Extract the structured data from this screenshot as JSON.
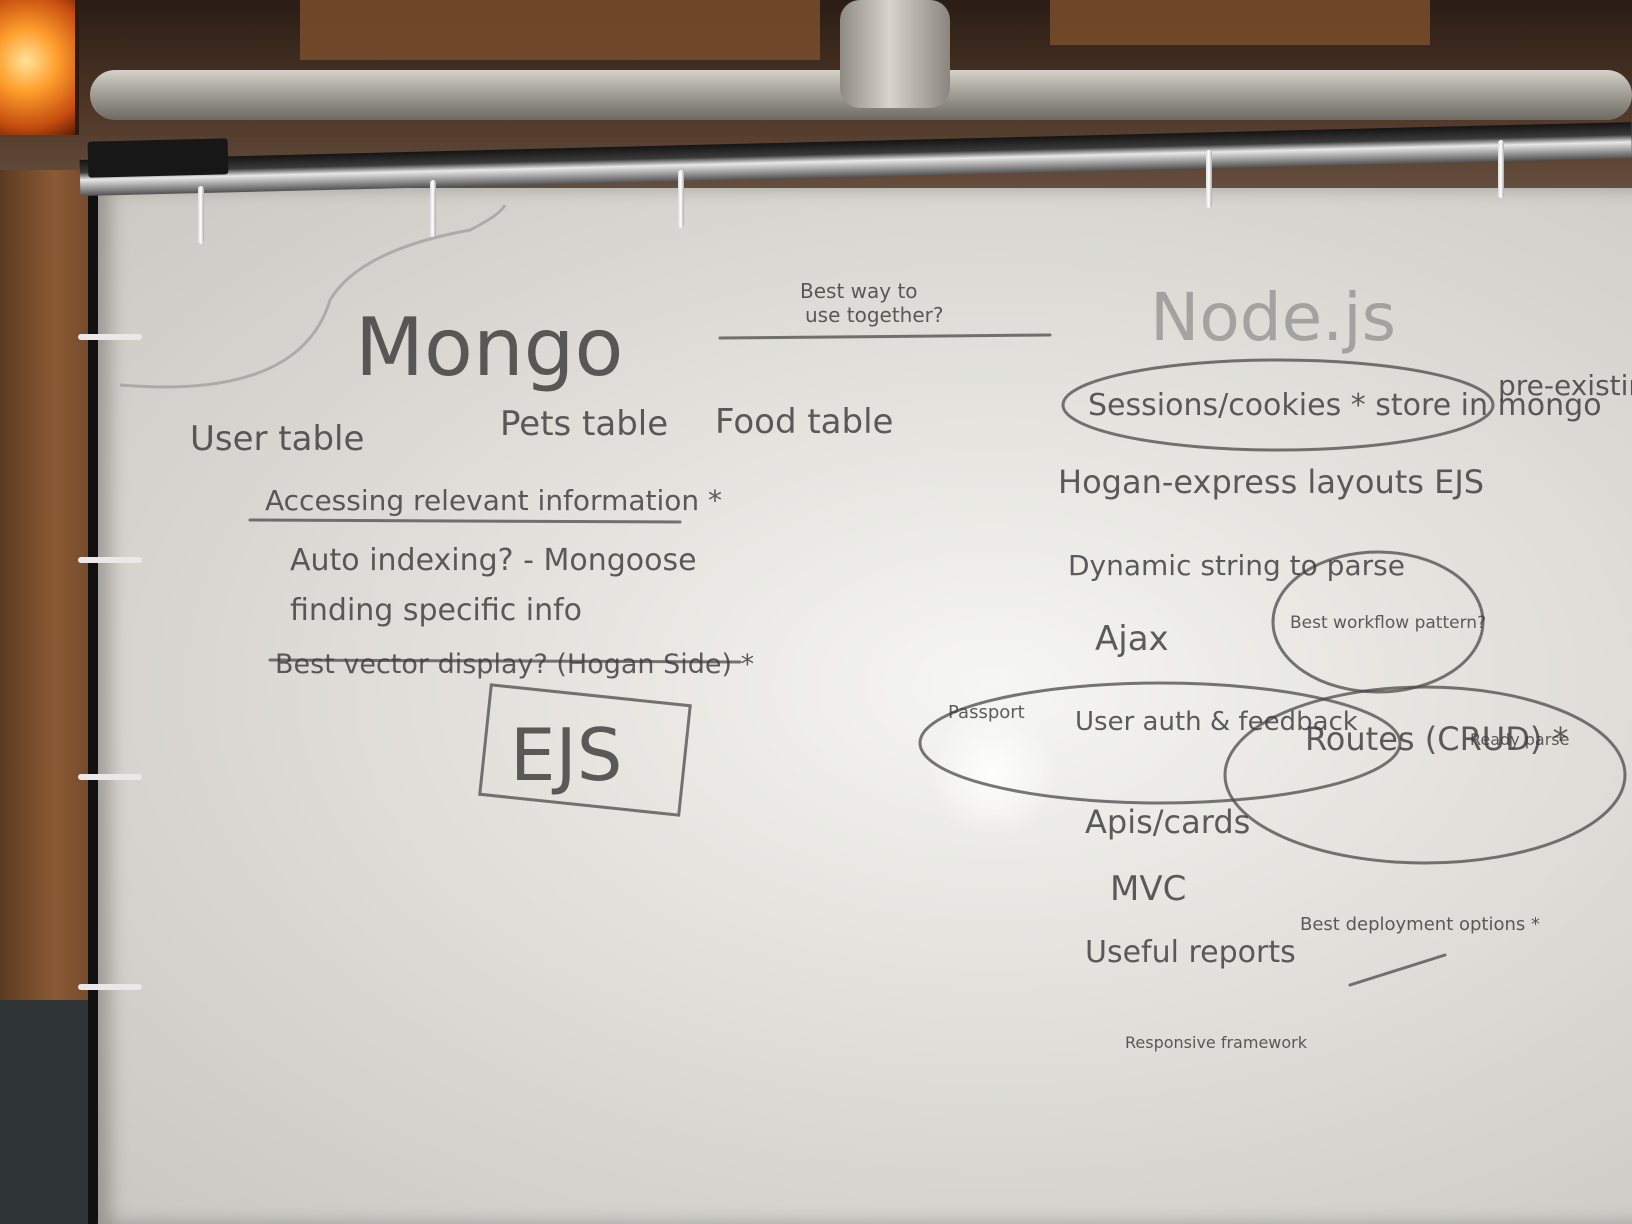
{
  "whiteboard": {
    "left": {
      "heading": "Mongo",
      "tables": [
        "User table",
        "Pets table",
        "Food table"
      ],
      "items": [
        "Accessing relevant information *",
        "Auto indexing? - Mongoose",
        "finding specific info",
        "Best vector display? (Hogan Side) *"
      ],
      "boxed": "EJS"
    },
    "center": {
      "note_line1": "Best way to",
      "note_line2": "use together?"
    },
    "right": {
      "heading": "Node.js",
      "sessions": "Sessions/cookies * store in mongo",
      "hogan": "Hogan-express layouts EJS",
      "dynamic": "Dynamic string to parse",
      "best_workflow": "Best workflow pattern?",
      "ajax": "Ajax",
      "user_auth": "User auth & feedback",
      "user_auth_tag": "Passport",
      "routes": "Routes (CRUD) *",
      "routes_note": "Ready parse",
      "apis": "Apis/cards",
      "mvc": "MVC",
      "useful": "Useful reports",
      "deployment": "Best deployment options *",
      "bottom_note": "Responsive framework",
      "edge_note": "pre-existing templates"
    }
  }
}
